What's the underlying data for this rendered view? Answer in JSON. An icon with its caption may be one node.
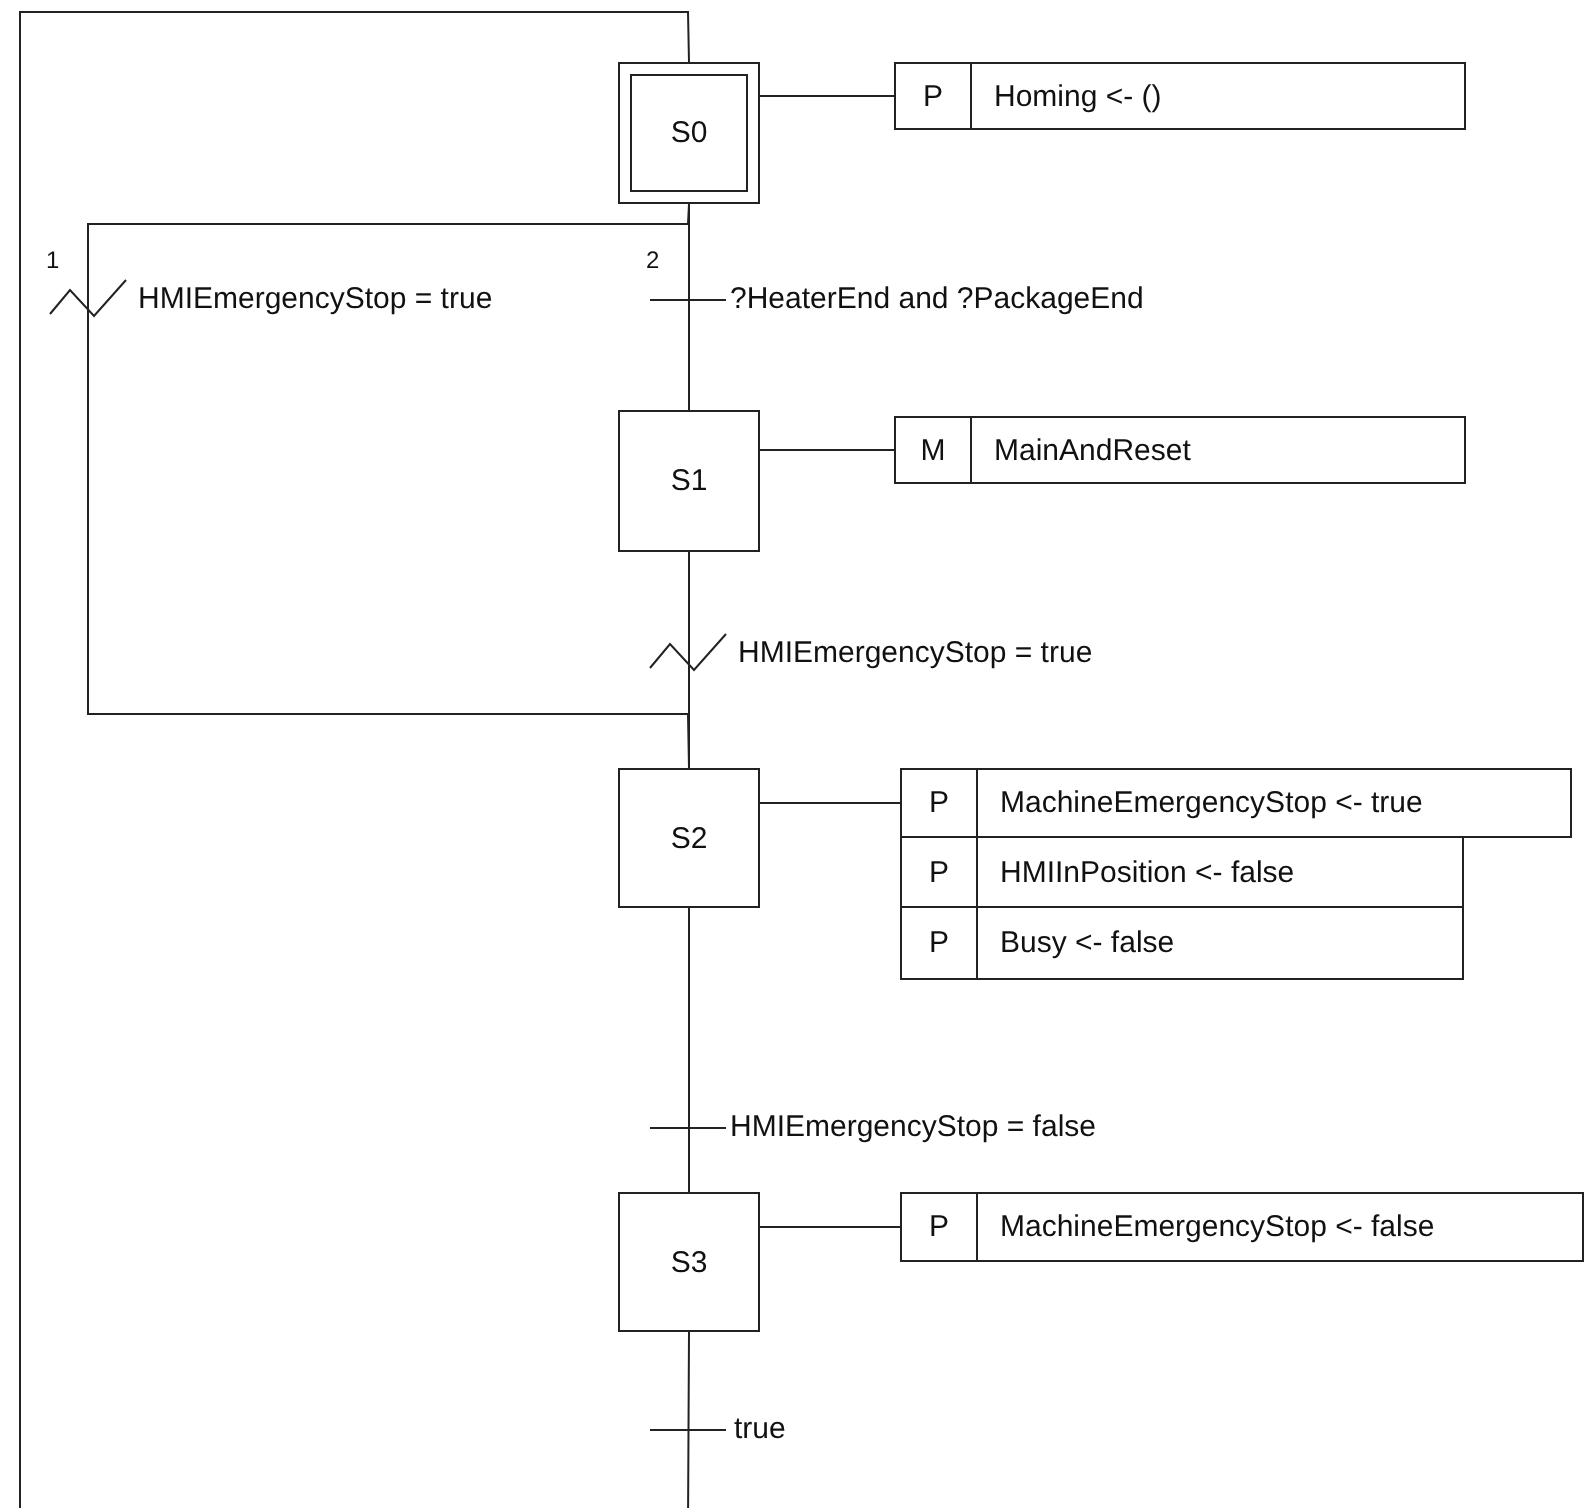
{
  "diagram": {
    "nodes": [
      {
        "text": [
          "S0"
        ]
      },
      {
        "text": [
          "P",
          "Homing <- ()"
        ]
      },
      {
        "text": [
          "S1"
        ]
      },
      {
        "text": [
          "M",
          "MainAndReset"
        ]
      },
      {
        "text": [
          "S2"
        ]
      },
      {
        "text": [
          "P",
          "MachineEmergencyStop <- true"
        ]
      },
      {
        "text": [
          "P",
          "HMIInPosition <- false"
        ]
      },
      {
        "text": [
          "P",
          "Busy <- false"
        ]
      },
      {
        "text": [
          "S3"
        ]
      },
      {
        "text": [
          "P",
          "MachineEmergencyStop <- false"
        ]
      }
    ],
    "edges": [
      {
        "from": 0,
        "to": 1,
        "arrow": "none"
      },
      {
        "from": 0,
        "to": 2,
        "arrow": "none",
        "label": "?HeaterEnd and ?PackageEnd"
      },
      {
        "from": 0,
        "to": 4,
        "arrow": "none",
        "label": "HMIEmergencyStop = true"
      },
      {
        "from": 2,
        "to": 3,
        "arrow": "none"
      },
      {
        "from": 2,
        "to": 4,
        "arrow": "none",
        "label": "HMIEmergencyStop = true"
      },
      {
        "from": 4,
        "to": 5,
        "arrow": "none"
      },
      {
        "from": 4,
        "to": 8,
        "arrow": "none",
        "label": "HMIEmergencyStop = false"
      },
      {
        "from": 8,
        "to": 9,
        "arrow": "none"
      },
      {
        "from": 8,
        "to": 0,
        "arrow": "none",
        "label": "true"
      }
    ],
    "labels": [
      "1",
      "2"
    ]
  }
}
